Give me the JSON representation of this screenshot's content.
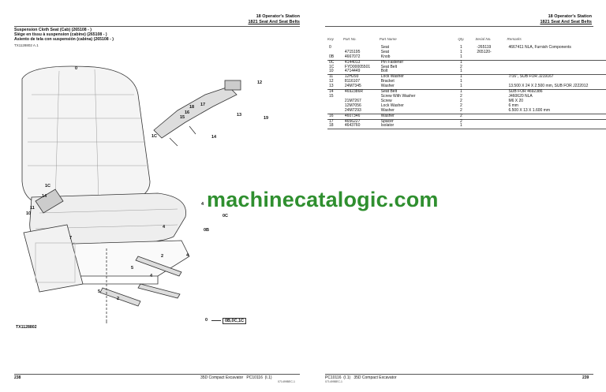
{
  "left_page": {
    "section": "18 Operator's Station",
    "group": "1821 Seat And Seat Belts",
    "title_lines": [
      "Suspension Cloth Seat (Cab) (265108 - )",
      "Siège en tissu à suspension (cabine) (265108 - )",
      "Asiento de tela con suspensión (cabina) (265108 - )"
    ],
    "figure_ref": "TX1128802 A.1",
    "figure_id": "TX1128802",
    "callouts": [
      "0",
      "12",
      "17",
      "18",
      "16",
      "15",
      "13",
      "19",
      "1C",
      "14",
      "1C",
      "14",
      "11",
      "10",
      "4",
      "0C",
      "4",
      "0B",
      "7",
      "2",
      "4",
      "5",
      "4",
      "5",
      "2",
      "0",
      "0B,0C,1C"
    ],
    "page_number": "238",
    "footer_title": "35D Compact Excavator",
    "footer_code": "PC10116",
    "footer_rev": "(I.1)",
    "footer_sub": "071499BEC-1"
  },
  "right_page": {
    "section": "18 Operator's Station",
    "group": "1821 Seat And Seat Belts",
    "table": {
      "headers": [
        "Key",
        "Part No.",
        "Part Name",
        "Qty.",
        "Serial No.",
        "Remarks"
      ],
      "rows": [
        [
          "0",
          "",
          "Seat",
          "1",
          "-265119",
          "4667411 NLA, Furnish Components"
        ],
        [
          "",
          "4715195",
          "Seat",
          "1",
          "265120-",
          ""
        ],
        [
          "0B",
          "4667072",
          "Knob",
          "1",
          "",
          ""
        ],
        [
          "0C",
          "4144013",
          "Pin Fastener",
          "1",
          "",
          ""
        ],
        [
          "1C",
          "FYD00005501",
          "Seat Belt",
          "2",
          "",
          ""
        ],
        [
          "10",
          "4714449",
          "Bolt",
          "1",
          "",
          ""
        ],
        [
          "11",
          "12H293",
          "Lock Washer",
          "1",
          "",
          "7/16\", SUB FOR J219167"
        ],
        [
          "12",
          "8116107",
          "Bracket",
          "1",
          "",
          ""
        ],
        [
          "13",
          "24M7345",
          "Washer",
          "1",
          "",
          "13.500 X 24 X 2.500 mm, SUB FOR J222012"
        ],
        [
          "14",
          "4692386R",
          "Seat Belt",
          "1",
          "",
          "SUB FOR 4692386"
        ],
        [
          "15",
          "",
          "Screw With Washer",
          "2",
          "",
          "J460620 NLA"
        ],
        [
          "",
          "21M7267",
          "Screw",
          "2",
          "",
          "M6 X 20"
        ],
        [
          "",
          "12M7056",
          "Lock Washer",
          "2",
          "",
          "6 mm"
        ],
        [
          "",
          "24M7293",
          "Washer",
          "2",
          "",
          "6.500 X 13 X 1.600 mm"
        ],
        [
          "16",
          "4607346",
          "Washer",
          "2",
          "",
          ""
        ],
        [
          "17",
          "4656227",
          "Spacer",
          "2",
          "",
          ""
        ],
        [
          "18",
          "4643760",
          "Isolator",
          "1",
          "",
          ""
        ]
      ],
      "group_ends": [
        2,
        5,
        8,
        13,
        14,
        16
      ]
    },
    "page_number": "239",
    "footer_code": "PC10116",
    "footer_rev": "(I.1)",
    "footer_title": "35D Compact Excavator",
    "footer_sub": "071499BEC-1"
  },
  "watermark": "machinecatalogic.com",
  "colors": {
    "watermark": "#2f8f2f",
    "rule": "#555555"
  }
}
